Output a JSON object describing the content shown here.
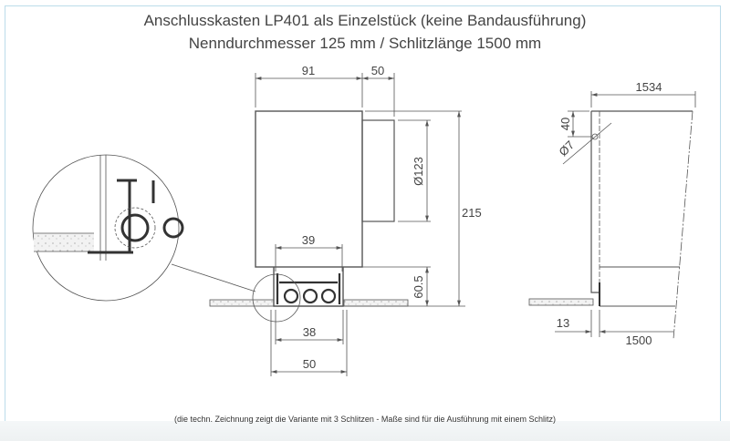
{
  "title": "Anschlusskasten LP401 als Einzelstück (keine Bandausführung)",
  "subtitle": "Nenndurchmesser 125 mm / Schlitzlänge 1500 mm",
  "note": "(die techn. Zeichnung zeigt die Variante mit 3 Schlitzen - Maße sind für die Ausführung mit einem Schlitz)",
  "dimensions": {
    "width_box": "91",
    "stub_length": "50",
    "diameter": "Ø123",
    "height_total": "215",
    "slot_inner_top": "39",
    "slot_height": "60.5",
    "slot_inner_bottom": "38",
    "slot_outer": "50",
    "side_length_top": "1534",
    "hole_offset": "40",
    "hole_diameter": "Ø7",
    "flange": "13",
    "slot_length": "1500"
  }
}
